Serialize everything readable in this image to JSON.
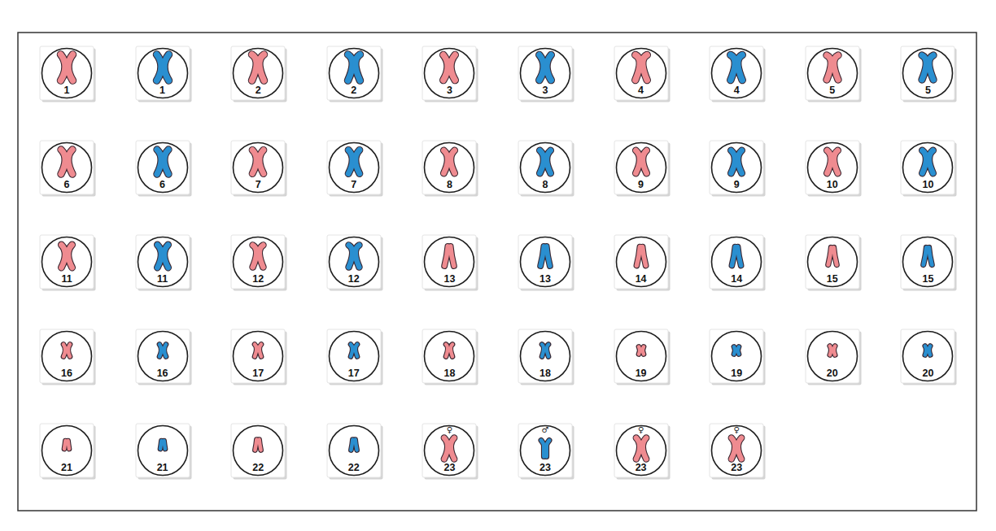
{
  "diagram": {
    "nodes": [
      {
        "text": [
          "1"
        ]
      },
      {
        "text": [
          "1"
        ]
      },
      {
        "text": [
          "2"
        ]
      },
      {
        "text": [
          "2"
        ]
      },
      {
        "text": [
          "3"
        ]
      },
      {
        "text": [
          "3"
        ]
      },
      {
        "text": [
          "4"
        ]
      },
      {
        "text": [
          "4"
        ]
      },
      {
        "text": [
          "5"
        ]
      },
      {
        "text": [
          "5"
        ]
      },
      {
        "text": [
          "6"
        ]
      },
      {
        "text": [
          "6"
        ]
      },
      {
        "text": [
          "7"
        ]
      },
      {
        "text": [
          "7"
        ]
      },
      {
        "text": [
          "8"
        ]
      },
      {
        "text": [
          "8"
        ]
      },
      {
        "text": [
          "9"
        ]
      },
      {
        "text": [
          "9"
        ]
      },
      {
        "text": [
          "10"
        ]
      },
      {
        "text": [
          "10"
        ]
      },
      {
        "text": [
          "11"
        ]
      },
      {
        "text": [
          "11"
        ]
      },
      {
        "text": [
          "12"
        ]
      },
      {
        "text": [
          "12"
        ]
      },
      {
        "text": [
          "13"
        ]
      },
      {
        "text": [
          "13"
        ]
      },
      {
        "text": [
          "14"
        ]
      },
      {
        "text": [
          "14"
        ]
      },
      {
        "text": [
          "15"
        ]
      },
      {
        "text": [
          "15"
        ]
      },
      {
        "text": [
          "16"
        ]
      },
      {
        "text": [
          "16"
        ]
      },
      {
        "text": [
          "17"
        ]
      },
      {
        "text": [
          "17"
        ]
      },
      {
        "text": [
          "18"
        ]
      },
      {
        "text": [
          "18"
        ]
      },
      {
        "text": [
          "19"
        ]
      },
      {
        "text": [
          "19"
        ]
      },
      {
        "text": [
          "20"
        ]
      },
      {
        "text": [
          "20"
        ]
      },
      {
        "text": [
          "21"
        ]
      },
      {
        "text": [
          "21"
        ]
      },
      {
        "text": [
          "22"
        ]
      },
      {
        "text": [
          "22"
        ]
      },
      {
        "text": [
          "♀",
          "23"
        ]
      },
      {
        "text": [
          "♂",
          "23"
        ]
      },
      {
        "text": [
          "♀",
          "23"
        ]
      },
      {
        "text": [
          "♀",
          "23"
        ]
      }
    ]
  }
}
